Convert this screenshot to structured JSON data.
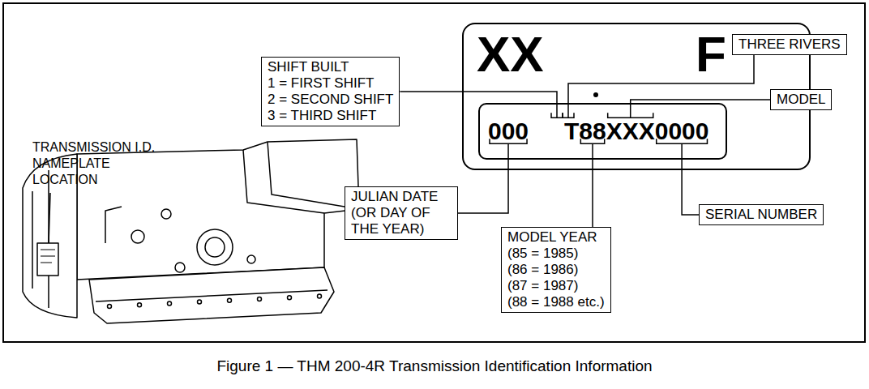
{
  "diagram": {
    "caption": "Figure 1 — THM 200-4R Transmission Identification Information",
    "nodes": [
      {
        "text": [
          "SHIFT BUILT",
          "1 = FIRST SHIFT",
          "2 = SECOND SHIFT",
          "3 = THIRD SHIFT"
        ]
      },
      {
        "text": [
          "XX",
          "F"
        ]
      },
      {
        "text": [
          "000",
          "T88XXX0000"
        ],
        "in": 1
      },
      {
        "text": [
          "THREE RIVERS"
        ]
      },
      {
        "text": [
          "MODEL"
        ]
      },
      {
        "text": [
          "JULIAN DATE (OR DAY OF THE YEAR)"
        ]
      },
      {
        "text": [
          "SERIAL NUMBER"
        ]
      },
      {
        "text": [
          "MODEL YEAR",
          "(85 = 1985)",
          "(86 = 1986)",
          "(87 = 1987)",
          "(88 = 1988 etc.)"
        ]
      }
    ],
    "edges": [
      {
        "from": 0,
        "to": 2,
        "arrow": "none"
      },
      {
        "from": 3,
        "to": 2,
        "arrow": "none"
      },
      {
        "from": 4,
        "to": 2,
        "arrow": "none"
      },
      {
        "from": 5,
        "to": 2,
        "arrow": "none"
      },
      {
        "from": 7,
        "to": 2,
        "arrow": "none"
      },
      {
        "from": 6,
        "to": 2,
        "arrow": "none"
      }
    ],
    "labels": [
      "TRANSMISSION I.D. NAMEPLATE LOCATION"
    ]
  }
}
